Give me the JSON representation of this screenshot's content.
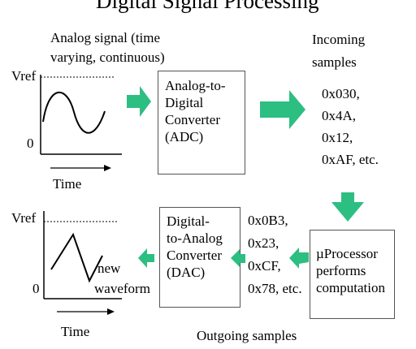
{
  "title": "Digital Signal Processing",
  "analog_label": [
    "Analog signal (time",
    "varying, continuous)"
  ],
  "input_plot": {
    "vref": "Vref",
    "zero": "0",
    "time": "Time"
  },
  "adc_box": [
    "Analog-to-",
    "Digital",
    "Converter",
    "(ADC)"
  ],
  "incoming": {
    "heading": [
      "Incoming",
      "samples"
    ],
    "values": [
      "0x030,",
      "0x4A,",
      "0x12,",
      "0xAF, etc."
    ]
  },
  "processor_box": [
    "µProcessor",
    "performs",
    "computation"
  ],
  "outgoing": {
    "values": [
      "0x0B3,",
      "0x23,",
      "0xCF,",
      "0x78, etc."
    ],
    "caption": "Outgoing samples"
  },
  "dac_box": [
    "Digital-",
    "to-Analog",
    "Converter",
    "(DAC)"
  ],
  "output_plot": {
    "vref": "Vref",
    "zero": "0",
    "time": "Time",
    "label": [
      "new",
      "waveform"
    ]
  },
  "arrow_color": "#2DBE82"
}
